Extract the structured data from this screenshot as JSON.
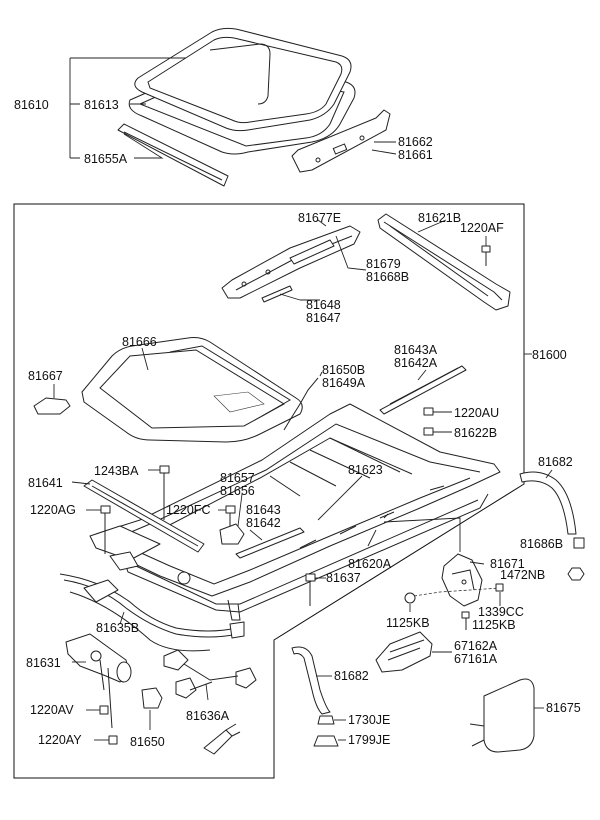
{
  "diagram": {
    "part_labels": {
      "p81610": "81610",
      "p81613": "81613",
      "p81655A": "81655A",
      "p81662": "81662",
      "p81661": "81661",
      "p81677E": "81677E",
      "p81621B": "81621B",
      "p1220AF": "1220AF",
      "p81679": "81679",
      "p81668B": "81668B",
      "p81648": "81648",
      "p81647": "81647",
      "p81666": "81666",
      "p81643A": "81643A",
      "p81642A": "81642A",
      "p81600": "81600",
      "p81667": "81667",
      "p81650B": "81650B",
      "p81649A": "81649A",
      "p1220AU": "1220AU",
      "p81622B": "81622B",
      "p81682a": "81682",
      "p1243BA": "1243BA",
      "p81641": "81641",
      "p81657": "81657",
      "p81656": "81656",
      "p81623": "81623",
      "p1220AG": "1220AG",
      "p1220FC": "1220FC",
      "p81643": "81643",
      "p81642": "81642",
      "p81686B": "81686B",
      "p81671": "81671",
      "p81620A": "81620A",
      "p1472NB": "1472NB",
      "p81637": "81637",
      "p81635B": "81635B",
      "p1339CC": "1339CC",
      "p1125KBa": "1125KB",
      "p1125KBb": "1125KB",
      "p81631": "81631",
      "p67162A": "67162A",
      "p67161A": "67161A",
      "p81682b": "81682",
      "p81675": "81675",
      "p1220AV": "1220AV",
      "p81636A": "81636A",
      "p1730JE": "1730JE",
      "p1220AY": "1220AY",
      "p81650": "81650",
      "p1799JE": "1799JE"
    }
  }
}
